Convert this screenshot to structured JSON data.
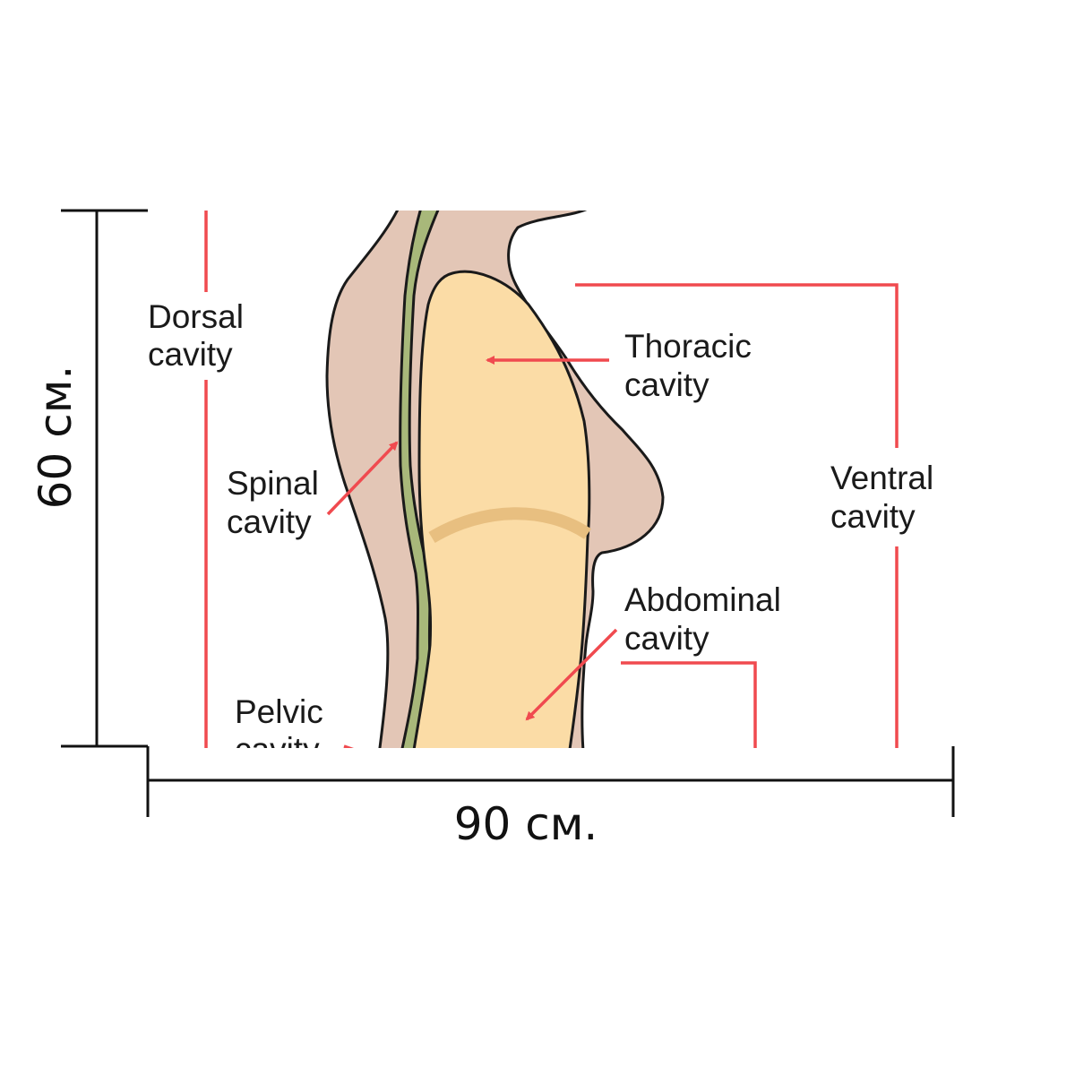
{
  "labels": {
    "dorsal": [
      "Dorsal",
      "cavity"
    ],
    "thoracic": [
      "Thoracic",
      "cavity"
    ],
    "ventral": [
      "Ventral",
      "cavity"
    ],
    "spinal": [
      "Spinal",
      "cavity"
    ],
    "abdominal": [
      "Abdominal",
      "cavity"
    ],
    "pelvic": [
      "Pelvic",
      "cavity"
    ]
  },
  "dimensions": {
    "height": "60 см.",
    "width": "90 см."
  },
  "colors": {
    "body_skin": "#e3c6b6",
    "cavity_fill": "#fbdca6",
    "diaphragm": "#e8bf80",
    "spinal_cord": "#a8b87a",
    "leader_red": "#f04a4f",
    "outline": "#1a1a1a"
  }
}
